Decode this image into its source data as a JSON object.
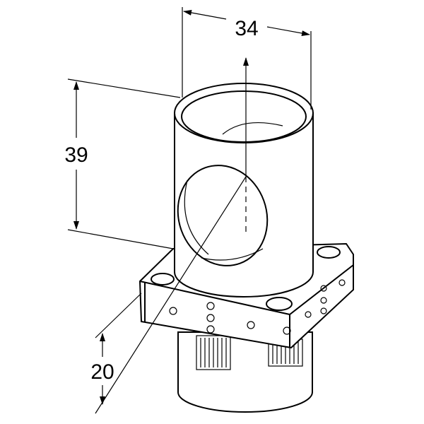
{
  "drawing": {
    "dimensions": {
      "width": "34",
      "height": "39",
      "base_height": "20"
    },
    "line_color": "#000000",
    "background": "#ffffff"
  }
}
